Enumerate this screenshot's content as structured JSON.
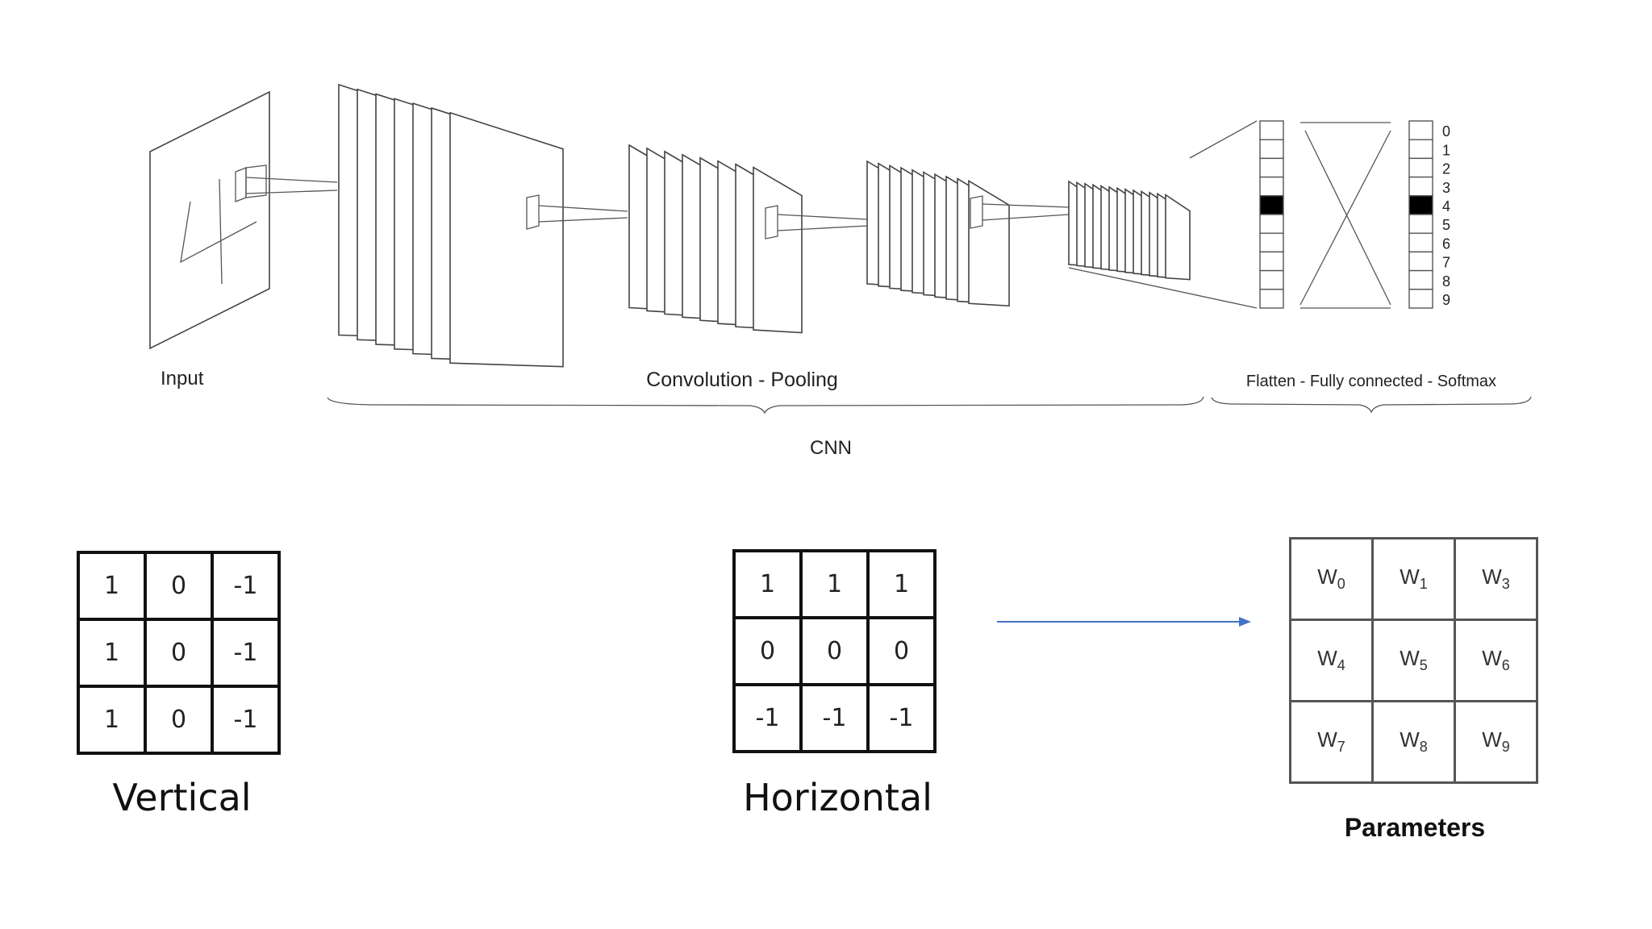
{
  "network": {
    "labels": {
      "input": "Input",
      "conv_pool": "Convolution - Pooling",
      "fc": "Flatten - Fully connected - Softmax",
      "cnn": "CNN"
    },
    "digit_drawn": "4",
    "output_classes": [
      "0",
      "1",
      "2",
      "3",
      "4",
      "5",
      "6",
      "7",
      "8",
      "9"
    ],
    "highlighted_class": 4
  },
  "kernels": {
    "vertical": {
      "caption": "Vertical",
      "rows": [
        [
          "1",
          "0",
          "-1"
        ],
        [
          "1",
          "0",
          "-1"
        ],
        [
          "1",
          "0",
          "-1"
        ]
      ]
    },
    "horizontal": {
      "caption": "Horizontal",
      "rows": [
        [
          "1",
          "1",
          "1"
        ],
        [
          "0",
          "0",
          "0"
        ],
        [
          "-1",
          "-1",
          "-1"
        ]
      ]
    },
    "parameters": {
      "caption": "Parameters",
      "rows": [
        [
          {
            "base": "W",
            "sub": "0"
          },
          {
            "base": "W",
            "sub": "1"
          },
          {
            "base": "W",
            "sub": "3"
          }
        ],
        [
          {
            "base": "W",
            "sub": "4"
          },
          {
            "base": "W",
            "sub": "5"
          },
          {
            "base": "W",
            "sub": "6"
          }
        ],
        [
          {
            "base": "W",
            "sub": "7"
          },
          {
            "base": "W",
            "sub": "8"
          },
          {
            "base": "W",
            "sub": "9"
          }
        ]
      ]
    }
  },
  "colors": {
    "arrow": "#4472c4",
    "highlight": "#000000"
  }
}
